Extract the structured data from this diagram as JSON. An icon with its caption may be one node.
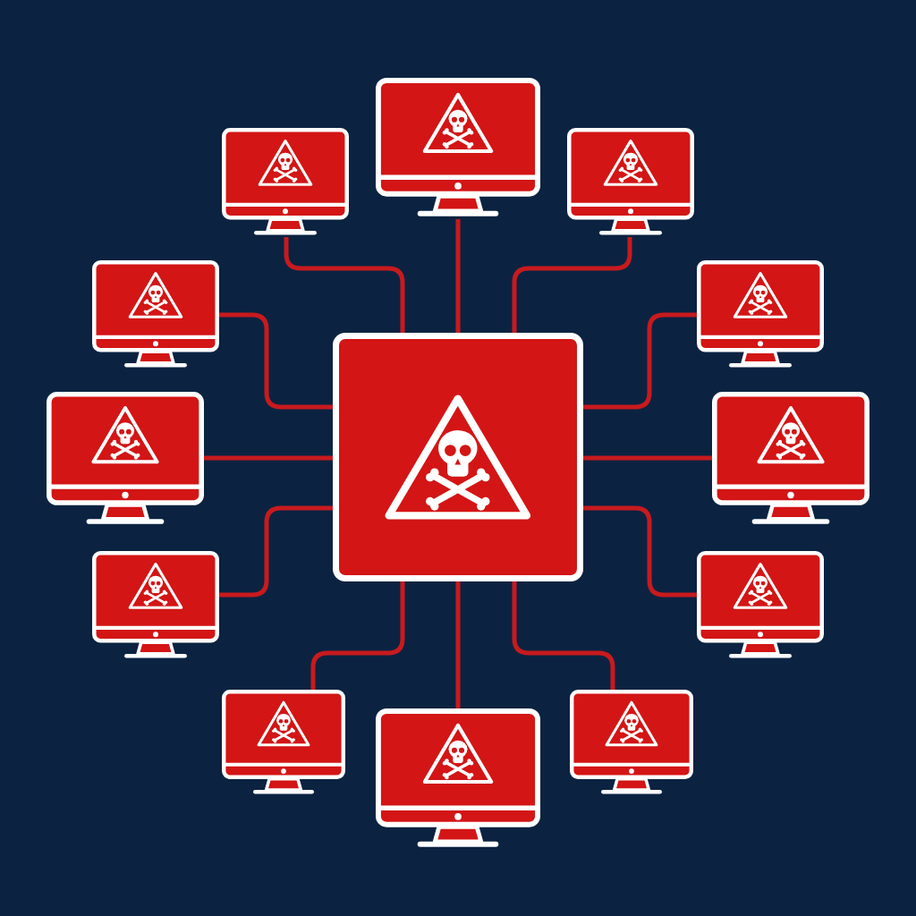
{
  "diagram": {
    "nodes": [
      {
        "text": [],
        "shape": "monitor"
      },
      {
        "text": [],
        "shape": "monitor"
      },
      {
        "text": [],
        "shape": "monitor"
      },
      {
        "text": [],
        "shape": "monitor"
      },
      {
        "text": [],
        "shape": "monitor"
      },
      {
        "text": [],
        "shape": "box"
      },
      {
        "text": [],
        "shape": "monitor"
      },
      {
        "text": [],
        "shape": "monitor"
      },
      {
        "text": [],
        "shape": "monitor"
      },
      {
        "text": [],
        "shape": "monitor"
      },
      {
        "text": [],
        "shape": "monitor"
      },
      {
        "text": [],
        "shape": "monitor"
      },
      {
        "text": [],
        "shape": "monitor"
      }
    ],
    "edges": [
      {
        "from": 5,
        "to": 0,
        "arrow": "none"
      },
      {
        "from": 5,
        "to": 1,
        "arrow": "none"
      },
      {
        "from": 5,
        "to": 2,
        "arrow": "none"
      },
      {
        "from": 5,
        "to": 3,
        "arrow": "none"
      },
      {
        "from": 5,
        "to": 4,
        "arrow": "none"
      },
      {
        "from": 5,
        "to": 6,
        "arrow": "none"
      },
      {
        "from": 5,
        "to": 7,
        "arrow": "none"
      },
      {
        "from": 5,
        "to": 8,
        "arrow": "none"
      },
      {
        "from": 5,
        "to": 9,
        "arrow": "none"
      },
      {
        "from": 5,
        "to": 10,
        "arrow": "none"
      },
      {
        "from": 5,
        "to": 11,
        "arrow": "none"
      },
      {
        "from": 5,
        "to": 12,
        "arrow": "none"
      }
    ]
  }
}
